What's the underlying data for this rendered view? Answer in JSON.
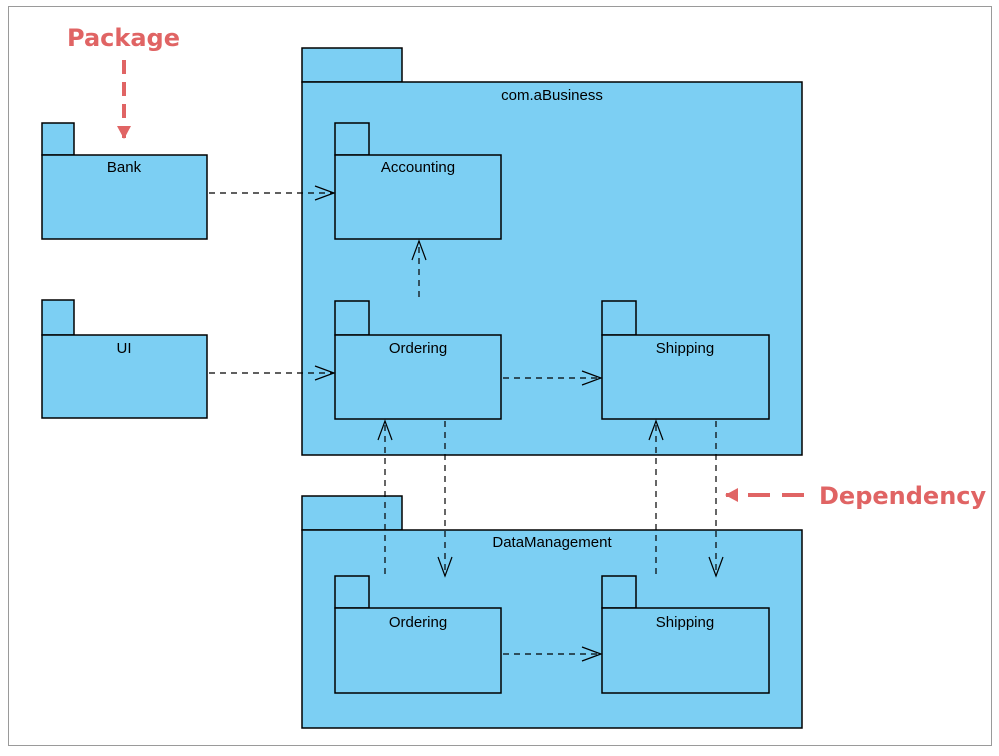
{
  "diagram": {
    "packages": {
      "com_abusiness": "com.aBusiness",
      "bank": "Bank",
      "ui": "UI",
      "accounting": "Accounting",
      "ordering": "Ordering",
      "shipping": "Shipping",
      "data_management": "DataManagement",
      "dm_ordering": "Ordering",
      "dm_shipping": "Shipping"
    },
    "annotations": {
      "package": "Package",
      "dependency": "Dependency"
    },
    "colors": {
      "package_fill": "#7ccff3",
      "stroke": "#000000",
      "annotation": "#e06464"
    }
  }
}
